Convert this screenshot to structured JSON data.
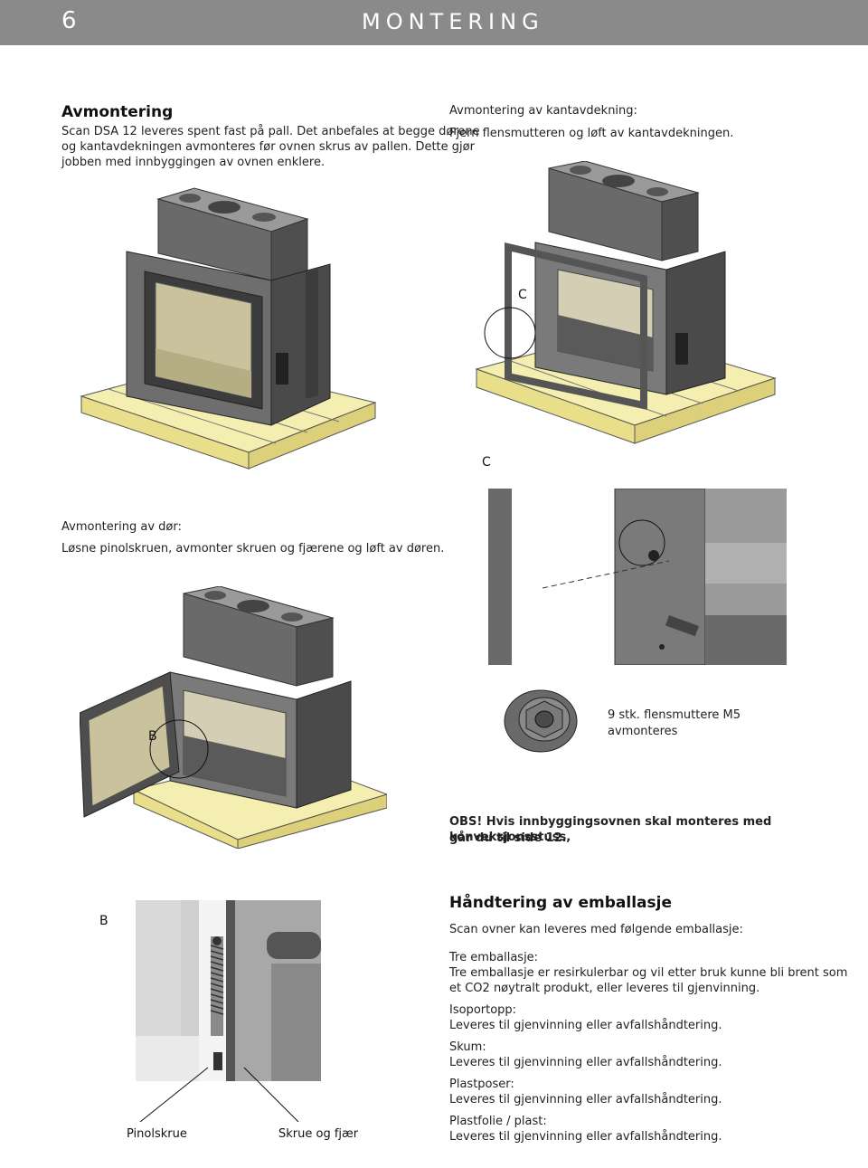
{
  "header": {
    "page_number": "6",
    "section_title": "MONTERING"
  },
  "avmontering": {
    "title": "Avmontering",
    "body_lines": [
      "Scan DSA 12 leveres spent fast på pall. Det anbefales at begge dørene",
      "og kantavdekningen avmonteres før ovnen skrus av pallen. Dette gjør",
      "jobben med innbyggingen av ovnen enklere."
    ]
  },
  "kantavdekning": {
    "heading": "Avmontering av kantavdekning:",
    "instruction": "Fjern flensmutteren og løft av kantavdekningen.",
    "callout_c": "C"
  },
  "detail_c": {
    "label": "C"
  },
  "dor": {
    "heading": "Avmontering av dør:",
    "instruction": "Løsne pinolskruen, avmonter skruen og fjærene og løft av døren.",
    "callout_b": "B"
  },
  "nut": {
    "caption_line1": "9 stk. flensmuttere M5",
    "caption_line2": "avmonteres"
  },
  "obs": {
    "line1": "OBS! Hvis innbyggingsovnen skal monteres med konveksjonsstuss,",
    "line2": "går du til side 12."
  },
  "detail_b": {
    "label": "B",
    "pin_label": "Pinolskrue",
    "spring_label": "Skrue og fjær"
  },
  "emballasje": {
    "title": "Håndtering av emballasje",
    "intro": "Scan ovner kan leveres med følgende emballasje:",
    "items": [
      {
        "heading": "Tre emballasje:",
        "lines": [
          "Tre emballasje er resirkulerbar og vil etter bruk kunne bli brent som",
          "et CO2 nøytralt produkt, eller leveres til gjenvinning."
        ]
      },
      {
        "heading": "Isoportopp:",
        "lines": [
          "Leveres til gjenvinning eller avfallshåndtering."
        ]
      },
      {
        "heading": "Skum:",
        "lines": [
          "Leveres til gjenvinning eller avfallshåndtering."
        ]
      },
      {
        "heading": "Plastposer:",
        "lines": [
          "Leveres til gjenvinning eller avfallshåndtering."
        ]
      },
      {
        "heading": "Plastfolie / plast:",
        "lines": [
          "Leveres til gjenvinning eller avfallshåndtering."
        ]
      }
    ]
  },
  "colors": {
    "header_bg": "#8a8a8a",
    "stove": "#6e6e6e",
    "stove_dark": "#4a4a4a",
    "pallet": "#f4eeb0",
    "glass": "#c9c29c"
  },
  "icons": [
    "stove-illustration",
    "pallet",
    "flange-nut-icon",
    "spring-illustration"
  ]
}
